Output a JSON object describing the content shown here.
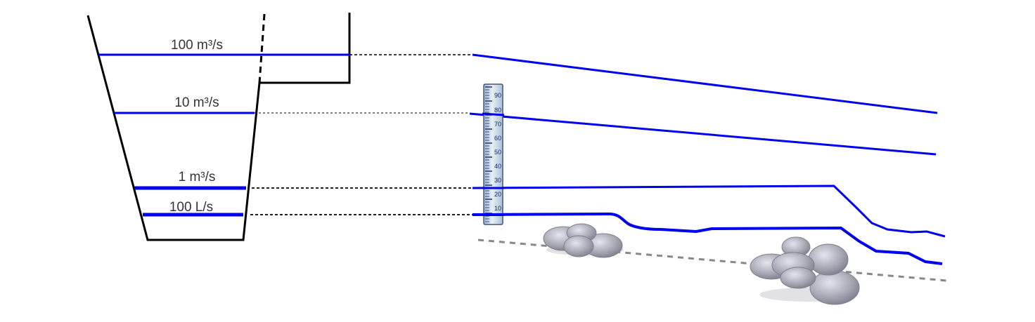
{
  "colors": {
    "water": "#0000ee",
    "channel": "#000000",
    "bed": "#888888",
    "gauge_fill": "#d6e4f2",
    "gauge_stroke": "#445577",
    "rock_fill": "#a9aab5",
    "rock_stroke": "#7e8090"
  },
  "cross_section": {
    "levels": [
      {
        "label": "100 m³/s"
      },
      {
        "label": "10 m³/s"
      },
      {
        "label": "1 m³/s"
      },
      {
        "label": "100 L/s"
      }
    ]
  },
  "gauge": {
    "icon": "staff-gauge-icon",
    "ticks": [
      "90",
      "80",
      "70",
      "60",
      "50",
      "40",
      "30",
      "20",
      "10"
    ]
  },
  "rocks": {
    "icon": "rock-cluster-icon"
  }
}
